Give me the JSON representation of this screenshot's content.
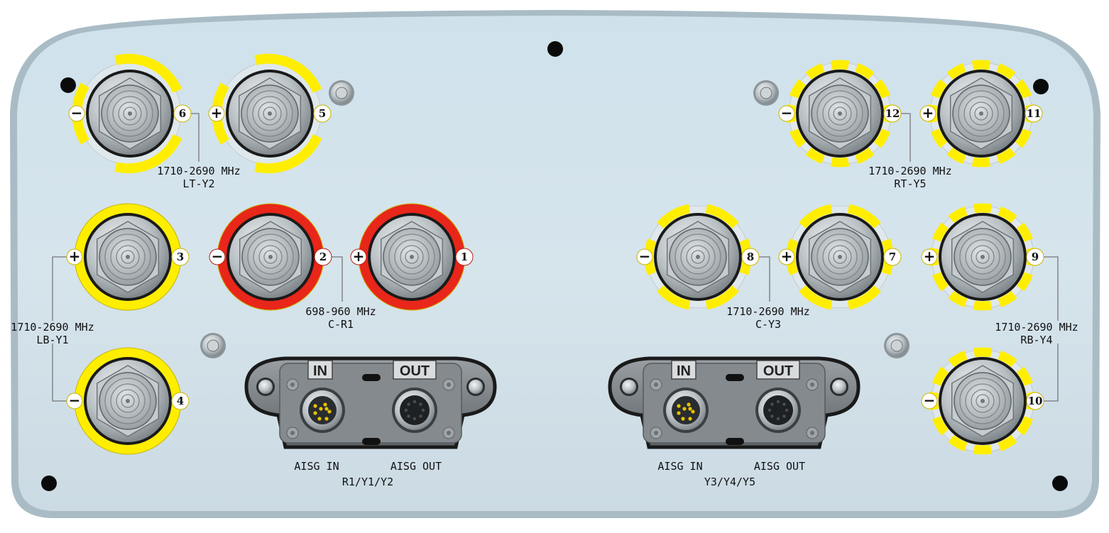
{
  "panel": {
    "top_left_group": {
      "band": "1710-2690 MHz",
      "id": "LT-Y2"
    },
    "top_right_group": {
      "band": "1710-2690 MHz",
      "id": "RT-Y5"
    },
    "left_bottom_group": {
      "band": "1710-2690 MHz",
      "id": "LB-Y1"
    },
    "center_red_group": {
      "band": "698-960 MHz",
      "id": "C-R1"
    },
    "center_yellow_group": {
      "band": "1710-2690 MHz",
      "id": "C-Y3"
    },
    "right_bottom_group": {
      "band": "1710-2690 MHz",
      "id": "RB-Y4"
    }
  },
  "ports": [
    {
      "number": "6",
      "polarity": "−",
      "color": "#ffee00"
    },
    {
      "number": "5",
      "polarity": "+",
      "color": "#ffee00"
    },
    {
      "number": "12",
      "polarity": "−",
      "color": "#ffee00"
    },
    {
      "number": "11",
      "polarity": "+",
      "color": "#ffee00"
    },
    {
      "number": "3",
      "polarity": "+",
      "color": "#ffee00"
    },
    {
      "number": "2",
      "polarity": "−",
      "color": "#e8261a"
    },
    {
      "number": "1",
      "polarity": "+",
      "color": "#e8261a"
    },
    {
      "number": "4",
      "polarity": "−",
      "color": "#ffee00"
    },
    {
      "number": "8",
      "polarity": "−",
      "color": "#ffee00"
    },
    {
      "number": "7",
      "polarity": "+",
      "color": "#ffee00"
    },
    {
      "number": "9",
      "polarity": "+",
      "color": "#ffee00"
    },
    {
      "number": "10",
      "polarity": "−",
      "color": "#ffee00"
    }
  ],
  "aisg_modules": [
    {
      "in_badge": "IN",
      "out_badge": "OUT",
      "in_label": "AISG IN",
      "out_label": "AISG OUT",
      "group": "R1/Y1/Y2"
    },
    {
      "in_badge": "IN",
      "out_badge": "OUT",
      "in_label": "AISG IN",
      "out_label": "AISG OUT",
      "group": "Y3/Y4/Y5"
    }
  ]
}
